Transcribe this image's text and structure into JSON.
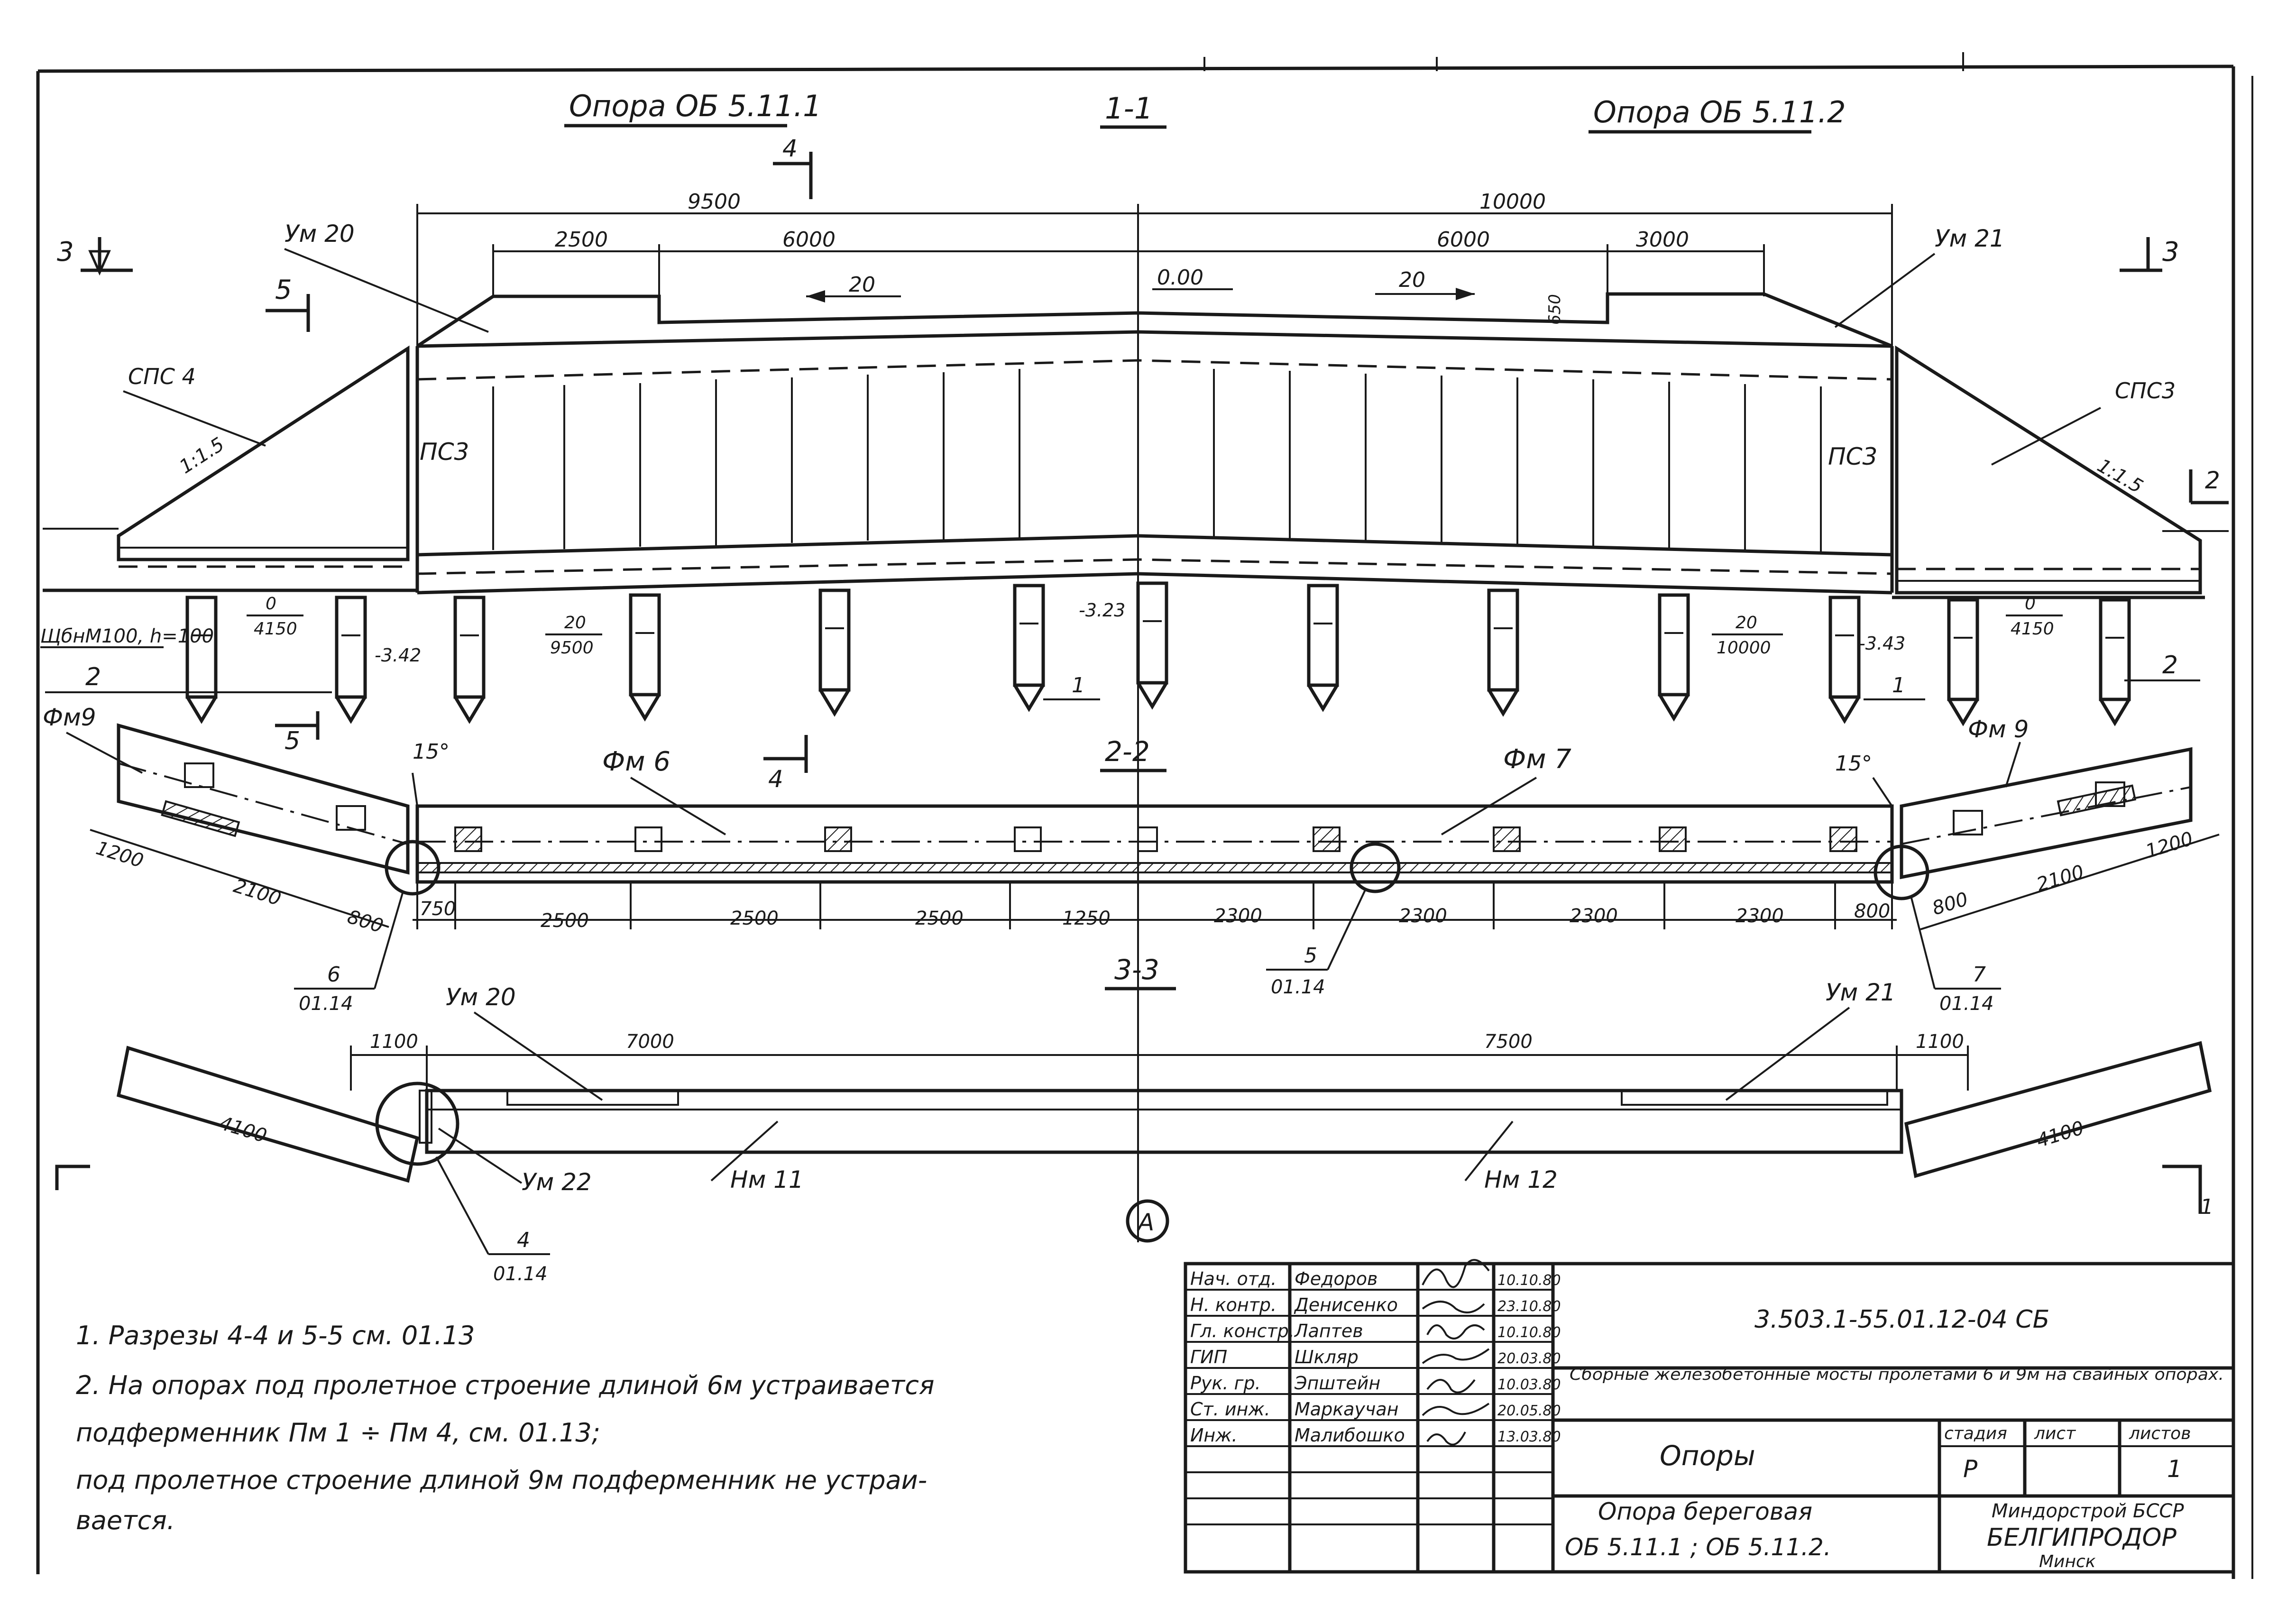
{
  "headings": {
    "left_support": "Опора ОБ 5.11.1",
    "section_1": "1-1",
    "right_support": "Опора ОБ 5.11.2",
    "section_2": "2-2",
    "section_3": "3-3"
  },
  "dimensions_top": {
    "left_total": "9500",
    "right_total": "10000",
    "left_a": "2500",
    "left_b": "6000",
    "right_b": "6000",
    "right_a": "3000",
    "slope_left": "20",
    "slope_right": "20",
    "zero_mark": "0.00",
    "h650": "650",
    "slope_ratio_left": "1:1.5",
    "slope_ratio_right": "1:1.5"
  },
  "marks_section1": {
    "um20": "Ум 20",
    "um21": "Ум 21",
    "sps4": "СПС 4",
    "sps3": "СПС3",
    "ps3_left": "ПС3",
    "ps3_right": "ПС3",
    "cut3_left": "3",
    "cut3_right": "3",
    "cut5": "5",
    "cut4": "4",
    "cut2_right": "2",
    "base_note": "ЩбнМ100, h=100"
  },
  "piles": {
    "grad_left_num": "0",
    "grad_left_den": "4150",
    "grad_mid_num": "20",
    "grad_mid_den": "9500",
    "grad_r_num": "20",
    "grad_r_den": "10000",
    "grad_right_num": "0",
    "grad_right_den": "4150",
    "lvl_left": "-3.42",
    "lvl_mid": "-3.23",
    "lvl_right": "-3.43",
    "pile_1a": "1",
    "pile_1b": "1",
    "pile_2a": "2",
    "pile_2b": "2",
    "cut5_low": "5"
  },
  "section2": {
    "fm6": "Фм 6",
    "fm7": "Фм 7",
    "fm9_left": "Фм9",
    "fm9_right": "Фм 9",
    "angle_left": "15°",
    "angle_right": "15°",
    "cut4_low": "4",
    "dims_left": [
      "1200",
      "2100",
      "800"
    ],
    "dims_right": [
      "800",
      "2100",
      "1200"
    ],
    "dims_bottom": [
      "750",
      "2500",
      "2500",
      "2500",
      "1250",
      "2300",
      "2300",
      "2300",
      "2300",
      "800"
    ],
    "node6_num": "6",
    "node6_den": "01.14",
    "node5_num": "5",
    "node5_den": "01.14",
    "node7_num": "7",
    "node7_den": "01.14"
  },
  "section3": {
    "um20": "Ум 20",
    "um21": "Ум 21",
    "um22": "Ум 22",
    "nm11": "Нм 11",
    "nm12": "Нм 12",
    "d1100_left": "1100",
    "d7000": "7000",
    "d7500": "7500",
    "d1100_right": "1100",
    "d4100_left": "4100",
    "d4100_right": "4100",
    "node4_num": "4",
    "node4_den": "01.14",
    "axis": "А",
    "cut1_right": "1"
  },
  "notes": [
    "1. Разрезы 4-4 и 5-5 см. 01.13",
    "2. На опорах под пролетное строение длиной 6м устраивается",
    "подферменник Пм 1 ÷ Пм 4, см. 01.13;",
    "под пролетное строение длиной 9м подферменник не устраи-",
    "вается."
  ],
  "title_block": {
    "roles": [
      "Нач. отд.",
      "Н. контр.",
      "Гл. констр.",
      "ГИП",
      "Рук. гр.",
      "Ст. инж.",
      "Инж."
    ],
    "names": [
      "Федоров",
      "Денисенко",
      "Лаптев",
      "Шкляр",
      "Эпштейн",
      "Маркаучан",
      "Малибошко"
    ],
    "dates": [
      "10.10.80",
      "23.10.80",
      "10.10.80",
      "20.03.80",
      "10.03.80",
      "20.05.80",
      "13.03.80"
    ],
    "doc_code": "3.503.1-55.01.12-04 СБ",
    "description": "Сборные железобетонные мосты пролетами 6 и 9м на свайных опорах.",
    "drawing_title": "Опоры",
    "stage_label": "стадия",
    "sheet_label": "лист",
    "sheets_label": "листов",
    "stage": "Р",
    "sheet": "",
    "sheets": "1",
    "subject_1": "Опора береговая",
    "subject_2": "ОБ 5.11.1 ; ОБ 5.11.2.",
    "org_1": "Миндорстрой БССР",
    "org_2": "БЕЛГИПРОДОР",
    "org_3": "Минск"
  }
}
